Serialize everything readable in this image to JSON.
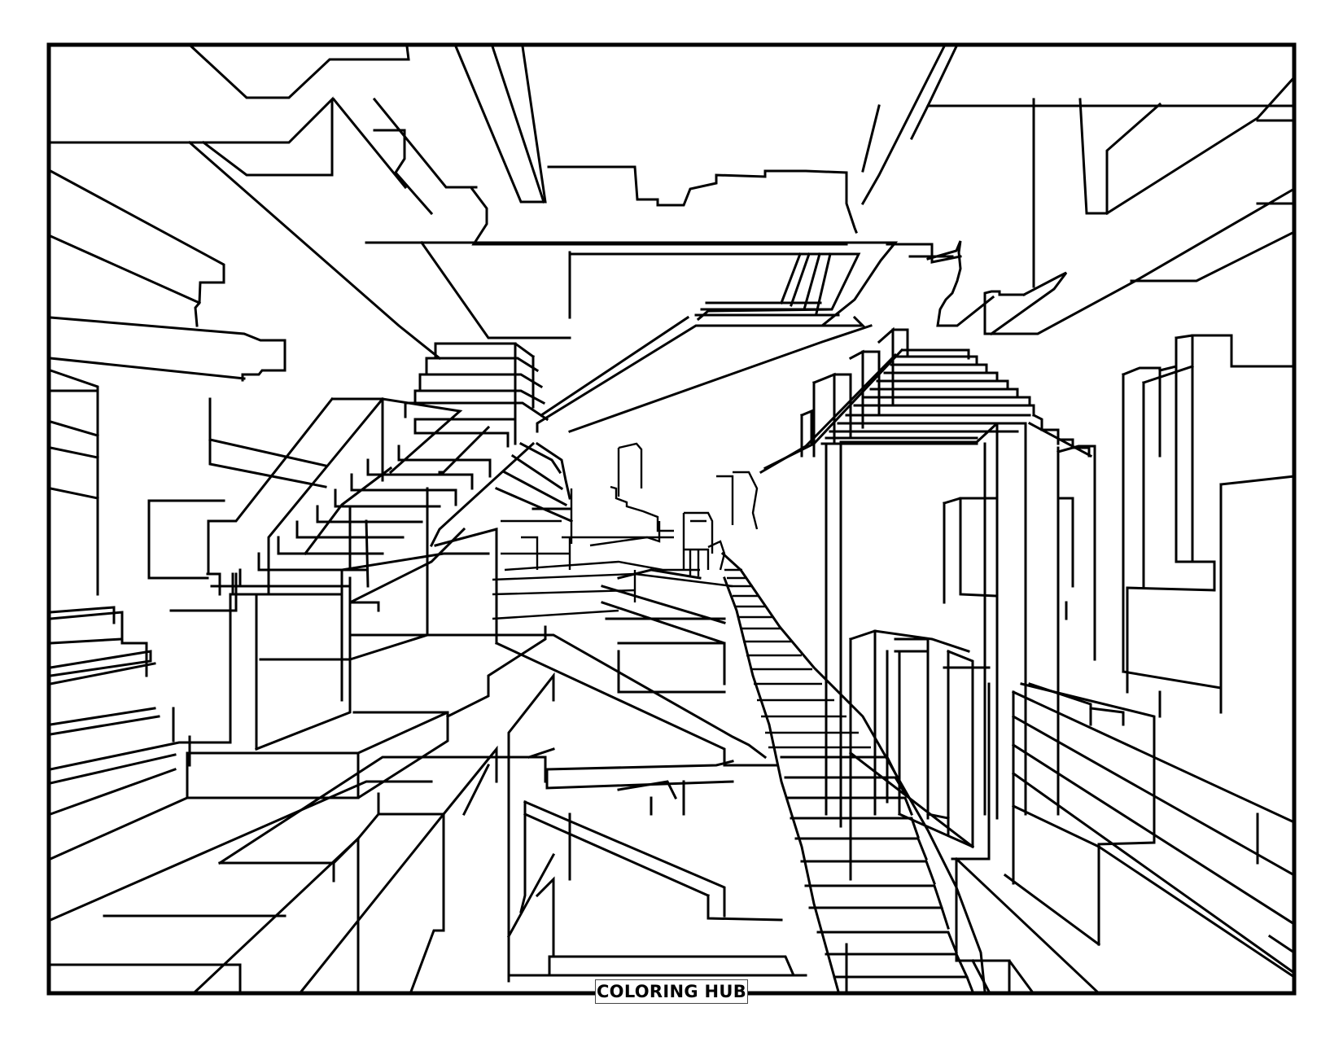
{
  "page": {
    "type": "coloring-page",
    "subject": "impossible architecture with staircases in one-point perspective",
    "colors": {
      "line": "#000000",
      "background": "#ffffff",
      "label_border": "#444444"
    }
  },
  "footer": {
    "brand_label": "COLORING HUB"
  }
}
